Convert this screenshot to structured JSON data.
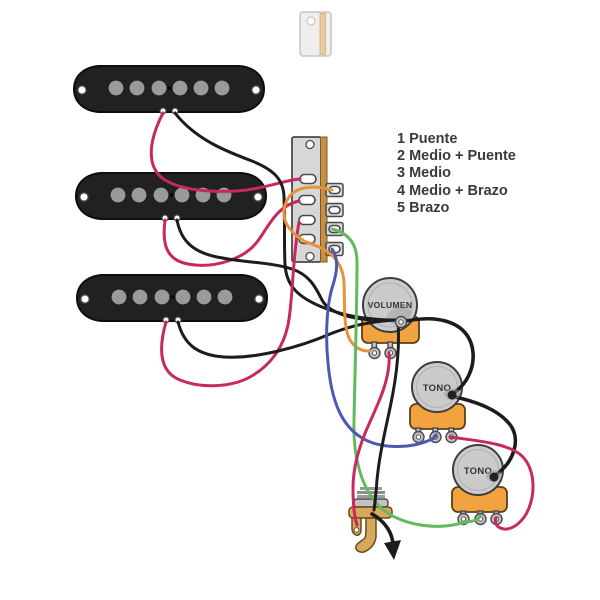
{
  "legend": {
    "items": [
      "1 Puente",
      "2 Medio + Puente",
      "3 Medio",
      "4 Medio + Brazo",
      "5 Brazo"
    ]
  },
  "pots": {
    "volume_label": "VOLUMEN",
    "tone1_label": "TONO",
    "tone2_label": "TONO"
  },
  "colors": {
    "wire_crimson": "#c8295c",
    "wire_black": "#1c1c1c",
    "wire_orange": "#e8923a",
    "wire_green": "#63b95d",
    "wire_blue": "#4d59b0",
    "pickup_body": "#212121",
    "pickup_pole": "#9a9a9a",
    "switch_plate": "#d7d7d7",
    "switch_stripe": "#c68f43",
    "pot_body": "#f2a23f",
    "pot_face": "#cbcbcb",
    "metal": "#c2c2c2",
    "jack_brass": "#d8a85c",
    "text": "#3a3a3a"
  }
}
